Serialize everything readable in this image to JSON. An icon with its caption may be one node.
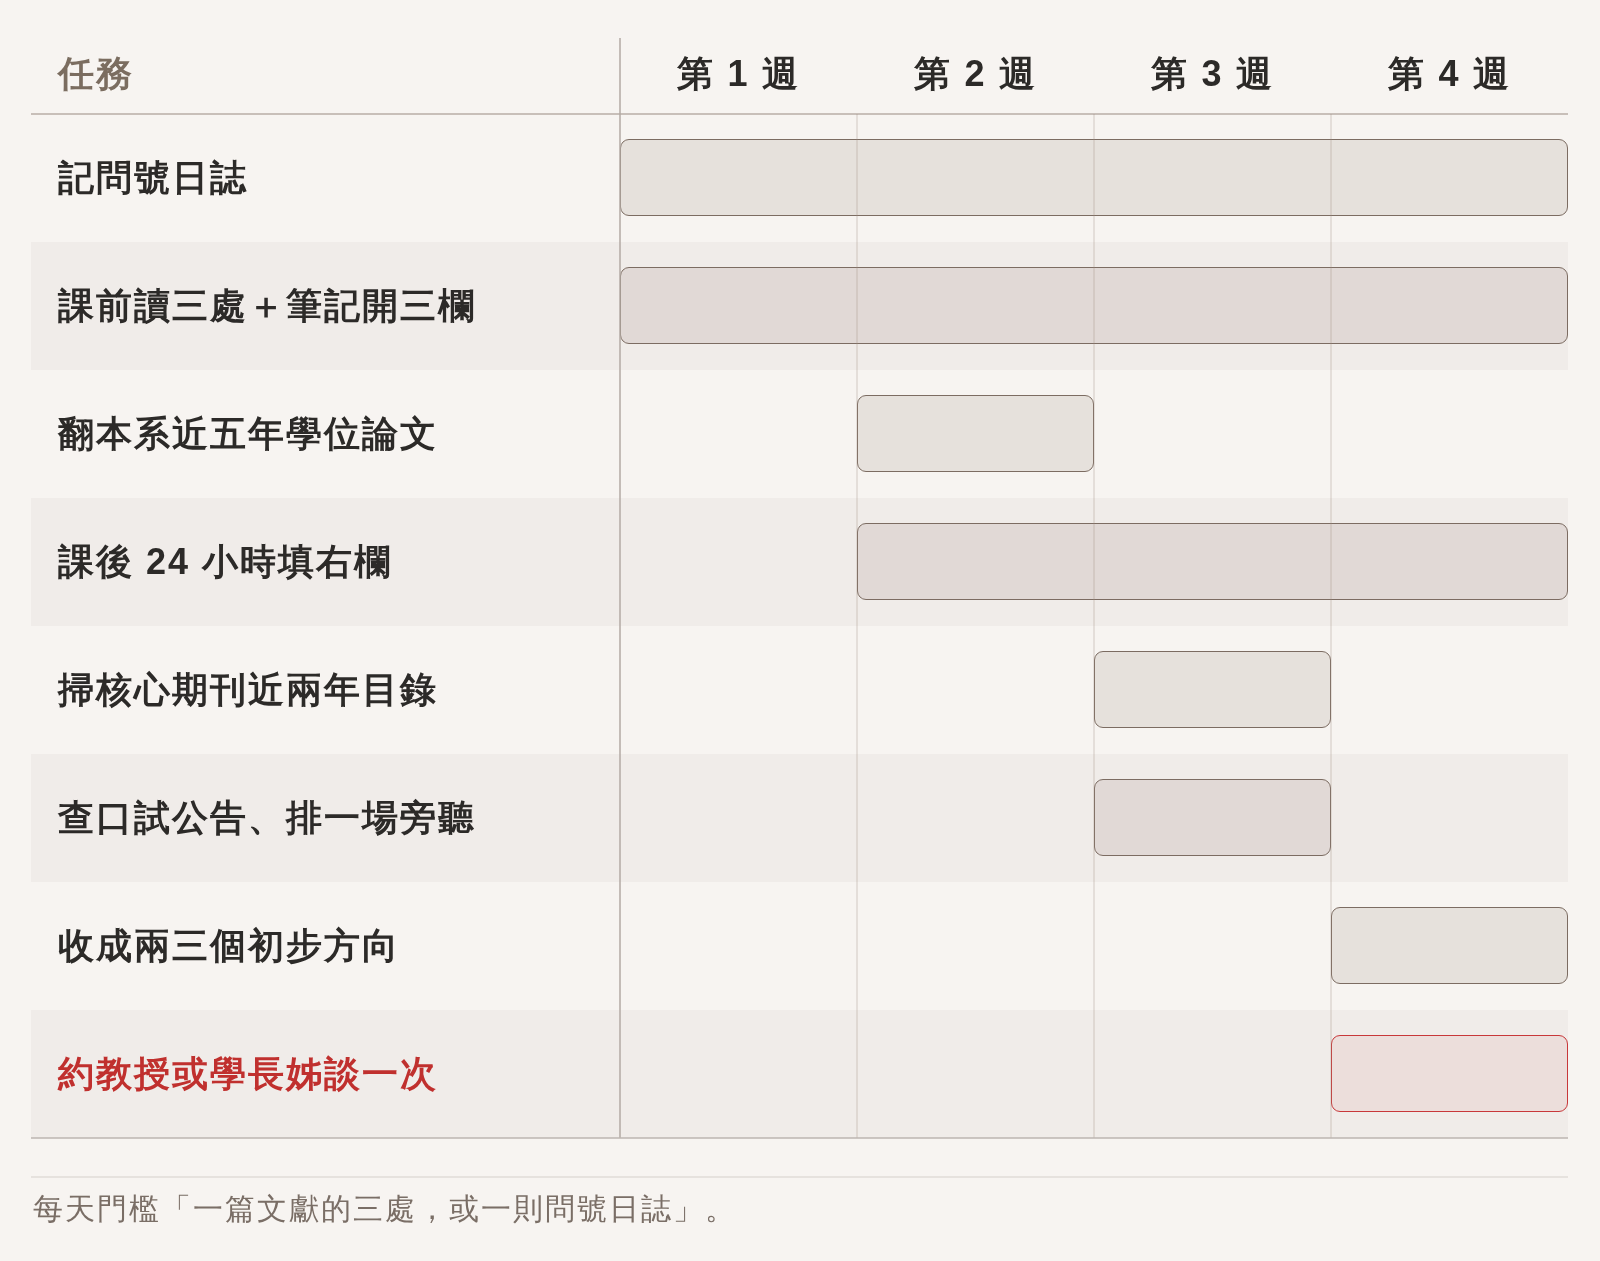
{
  "diagram": {
    "nodes": [
      {
        "text": [],
        "shape": "bar"
      },
      {
        "text": [],
        "shape": "bar"
      },
      {
        "text": [],
        "shape": "bar"
      },
      {
        "text": [],
        "shape": "bar"
      },
      {
        "text": [],
        "shape": "bar"
      },
      {
        "text": [],
        "shape": "bar"
      },
      {
        "text": [],
        "shape": "bar"
      },
      {
        "text": [],
        "shape": "bar"
      }
    ],
    "labels": [
      "任務",
      "第 1 週",
      "第 2 週",
      "第 3 週",
      "第 4 週",
      "記問號日誌",
      "課前讀三處＋筆記開三欄",
      "翻本系近五年學位論文",
      "課後 24 小時填右欄",
      "掃核心期刊近兩年目錄",
      "查口試公告、排一場旁聽",
      "收成兩三個初步方向",
      "約教授或學長姊談一次"
    ],
    "caption": "每天門檻「一篇文獻的三處，或一則問號日誌」。"
  }
}
